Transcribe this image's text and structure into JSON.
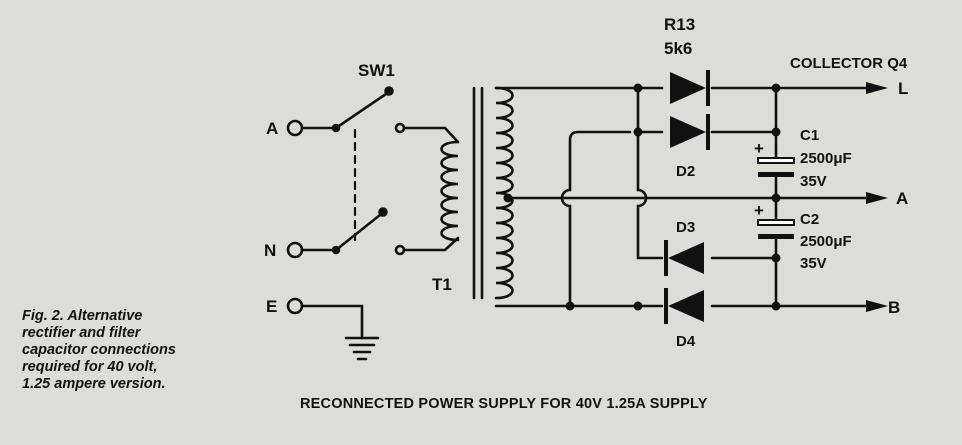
{
  "labels": {
    "sw1": "SW1",
    "terminal_a": "A",
    "terminal_n": "N",
    "terminal_e": "E",
    "t1": "T1",
    "r13": "R13",
    "r13_value": "5k6",
    "collector": "COLLECTOR Q4",
    "out_l": "L",
    "out_a": "A",
    "out_b": "B",
    "d2": "D2",
    "d3": "D3",
    "d4": "D4",
    "c1": "C1",
    "c1_value": "2500μF",
    "c1_voltage": "35V",
    "c2": "C2",
    "c2_value": "2500μF",
    "c2_voltage": "35V",
    "plus1": "+",
    "plus2": "+"
  },
  "caption": {
    "line1": "Fig. 2. Alternative",
    "line2": "rectifier and filter",
    "line3": "capacitor connections",
    "line4": "required for 40 volt,",
    "line5": "1.25 ampere version."
  },
  "title": "RECONNECTED POWER SUPPLY FOR 40V 1.25A SUPPLY"
}
